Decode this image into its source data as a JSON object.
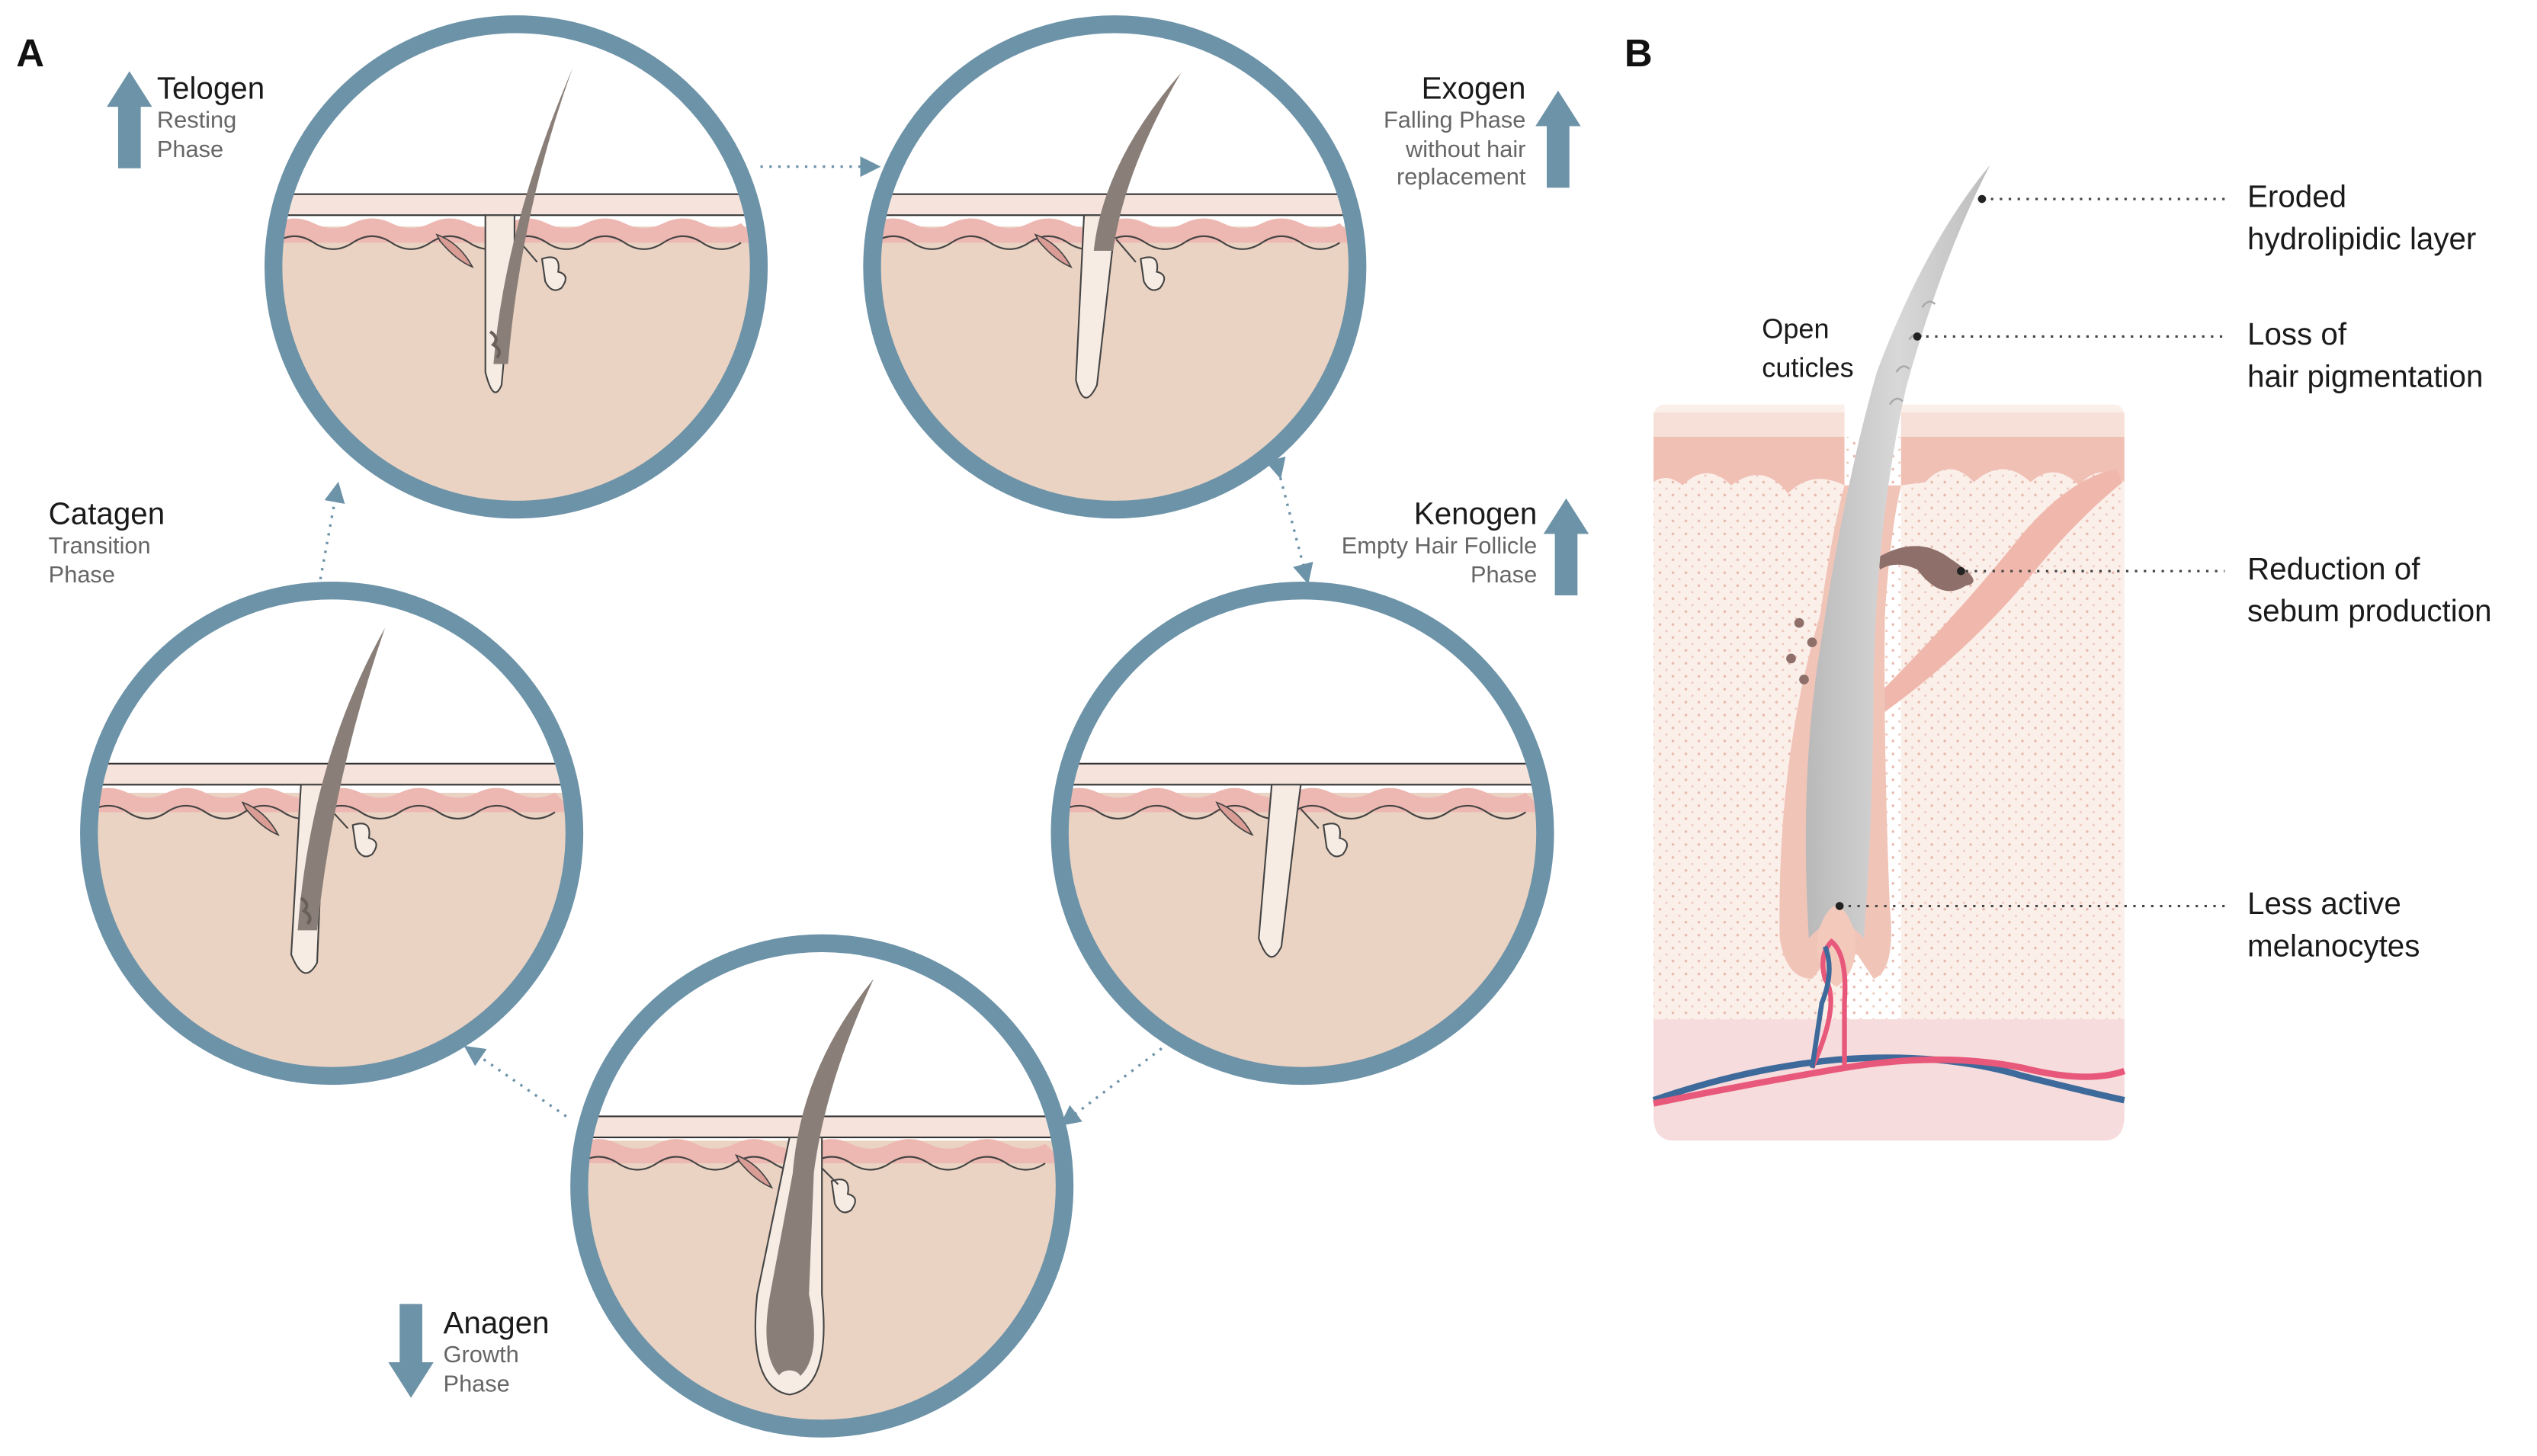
{
  "panel_a": {
    "letter": "A",
    "phases": {
      "telogen": {
        "name": "Telogen",
        "sub": [
          "Resting",
          "Phase"
        ]
      },
      "exogen": {
        "name": "Exogen",
        "sub": [
          "Falling Phase",
          "without hair",
          "replacement"
        ]
      },
      "catagen": {
        "name": "Catagen",
        "sub": [
          "Transition",
          "Phase"
        ]
      },
      "kenogen": {
        "name": "Kenogen",
        "sub": [
          "Empty Hair Follicle",
          "Phase"
        ]
      },
      "anagen": {
        "name": "Anagen",
        "sub": [
          "Growth",
          "Phase"
        ]
      }
    }
  },
  "panel_b": {
    "letter": "B",
    "open_cuticles": [
      "Open",
      "cuticles"
    ],
    "callouts": [
      {
        "lines": [
          "Eroded",
          "hydrolipidic layer"
        ]
      },
      {
        "lines": [
          "Loss of",
          "hair pigmentation"
        ]
      },
      {
        "lines": [
          "Reduction of",
          "sebum production"
        ]
      },
      {
        "lines": [
          "Less active",
          "melanocytes"
        ]
      }
    ]
  },
  "colors": {
    "ring": "#6d93a8",
    "arrow": "#6d93a8",
    "skin": "#ead3c3",
    "epidermis": "#f6e4dc",
    "dermis_band": "#eeb8b2",
    "hair": "#8a7f78",
    "follicle_light": "#f6ece4",
    "artery": "#e8587a",
    "vein": "#3d6a9a"
  }
}
